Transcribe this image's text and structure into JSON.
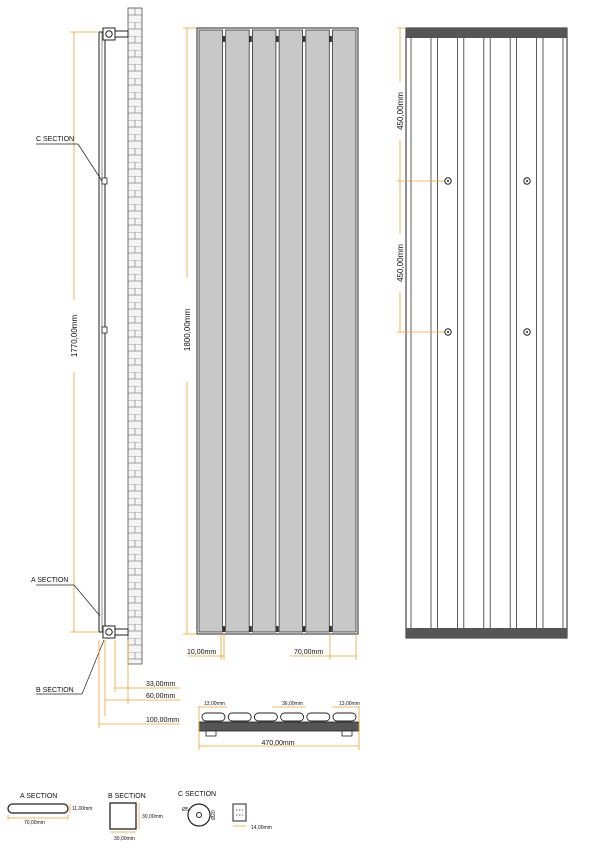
{
  "side_view": {
    "height_label": "1770,00mm",
    "c_section_label": "C SECTION",
    "a_section_label": "A SECTION",
    "b_section_label": "B SECTION",
    "dim_wall_bracket": "33,00mm",
    "dim_wall_panel": "60,00mm",
    "dim_wall_total": "100,00mm"
  },
  "front_view": {
    "height_label": "1800,00mm",
    "gap_label": "10,00mm",
    "panel_width_label": "70,00mm",
    "panel_count": 6
  },
  "back_view": {
    "upper_spacing_label": "450,00mm",
    "lower_spacing_label": "450,00mm"
  },
  "top_view": {
    "left_offset_label": "13,00mm",
    "center_spacing_label": "36,00mm",
    "right_offset_label": "13,00mm",
    "total_width_label": "470,00mm"
  },
  "sections": {
    "a": {
      "title": "A SECTION",
      "width_label": "70,00mm",
      "height_label": "11,00mm"
    },
    "b": {
      "title": "B SECTION",
      "height_label": "30,00mm",
      "width_label": "30,00mm"
    },
    "c": {
      "title": "C SECTION",
      "hole_label": "Ø5",
      "diameter_label": "Ø20",
      "width_label": "14,00mm"
    }
  },
  "colors": {
    "panel_fill": "#c8c8c8",
    "dimension_line": "#e8a030",
    "outline": "#222222",
    "dark_bar": "#555555"
  }
}
